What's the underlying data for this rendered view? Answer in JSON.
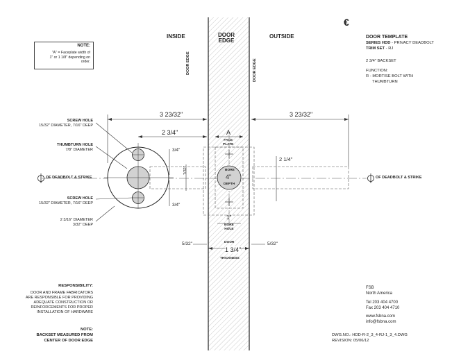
{
  "currency_symbol": "€",
  "headers": {
    "inside": "INSIDE",
    "door_edge": "DOOR\nEDGE",
    "outside": "OUTSIDE"
  },
  "door_edge_vertical": "DOOR EDGE",
  "note_box": {
    "title": "NOTE:",
    "body": "\"A\" = Faceplate width of\n1\" or 1 1/8\" depending on\norder."
  },
  "title_block": {
    "title": "DOOR TEMPLATE",
    "series_label": "SERIES HDD",
    "series_desc": " - PRIVACY DEADBOLT",
    "trim_label": "TRIM SET",
    "trim_desc": " - RJ",
    "backset": "2 3/4\" BACKSET",
    "function_label": "FUNCTION:",
    "function_line1": "R - MORTISE BOLT WITH",
    "function_line2": "THUMBTURN"
  },
  "left_labels": {
    "screw_hole_top_title": "SCREW HOLE",
    "screw_hole_top_desc": "15/32\" DIAMETER, 7/16\" DEEP",
    "thumbturn_title": "THUMBTURN HOLE",
    "thumbturn_desc": "7/8\" DIAMETER",
    "centerline_left": "OF DEADBOLT & STRIKE",
    "screw_hole_bottom_title": "SCREW HOLE",
    "screw_hole_bottom_desc": "15/32\" DIAMETER, 7/16\" DEEP",
    "big_hole_line1": "2 3/16\" DIAMETER",
    "big_hole_line2": "3/32\" DEEP"
  },
  "centerline_right": "OF DEADBOLT & STRIKE",
  "dimensions": {
    "left_overall": "3 23/32\"",
    "right_overall": "3 23/32\"",
    "backset": "2 3/4\"",
    "screw_top": "3/4\"",
    "screw_bottom": "3/4\"",
    "thumb_off": "7/32\"",
    "right_height": "2 1/4\"",
    "face_a": "A",
    "face_label": "FACE\nPLATE",
    "bore_label": "BORE",
    "bore_depth_value": "4\"",
    "bore_depth_label": "DEPTH",
    "bore_width": "1\"",
    "bore_hole_label": "BORE\nHOLE",
    "door_label": "DOOR",
    "door_thickness": "1 3/4\"",
    "thickness_label": "THICKNESS",
    "left_small": "5/32\"",
    "right_small": "5/32\""
  },
  "responsibility": {
    "title": "RESPONSIBILITY:",
    "lines": [
      "DOOR AND FRAME FABRICATORS",
      "ARE RESPONSIBLE FOR PROVIDING",
      "ADEQUATE CONSTRUCTION OR",
      "REINFORCEMENTS FOR PROPER",
      "INSTALLATION OF HARDWARE"
    ]
  },
  "note_bottom": {
    "title": "NOTE:",
    "line1": "BACKSET MEASURED FROM",
    "line2": "CENTER OF DOOR EDGE"
  },
  "company": {
    "name": "FSB",
    "region": "North America",
    "tel": "Tel 203 404 4700",
    "fax": "Fax 203 404 4710",
    "web": "www.fsbna.com",
    "email": "info@fsbna.com"
  },
  "drawing": {
    "dwg_no": "DWG.NO.: HDD-R-2_3_4-RJ-1_3_4.DWG",
    "revision": "REVISION: 05/06/12"
  }
}
